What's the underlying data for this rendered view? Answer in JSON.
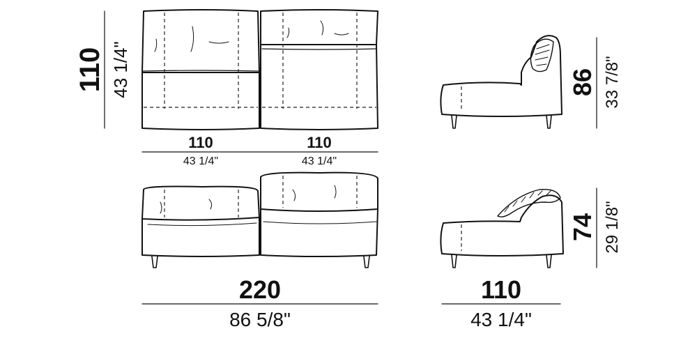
{
  "dimensions": {
    "top_view_depth_cm": "110",
    "top_view_depth_in": "43 1/4\"",
    "module_left_width_cm": "110",
    "module_left_width_in": "43 1/4\"",
    "module_right_width_cm": "110",
    "module_right_width_in": "43 1/4\"",
    "side_high_height_cm": "86",
    "side_high_height_in": "33 7/8\"",
    "side_low_height_cm": "74",
    "side_low_height_in": "29 1/8\"",
    "total_width_cm": "220",
    "total_width_in": "86 5/8\"",
    "side_depth_cm": "110",
    "side_depth_in": "43 1/4\""
  }
}
